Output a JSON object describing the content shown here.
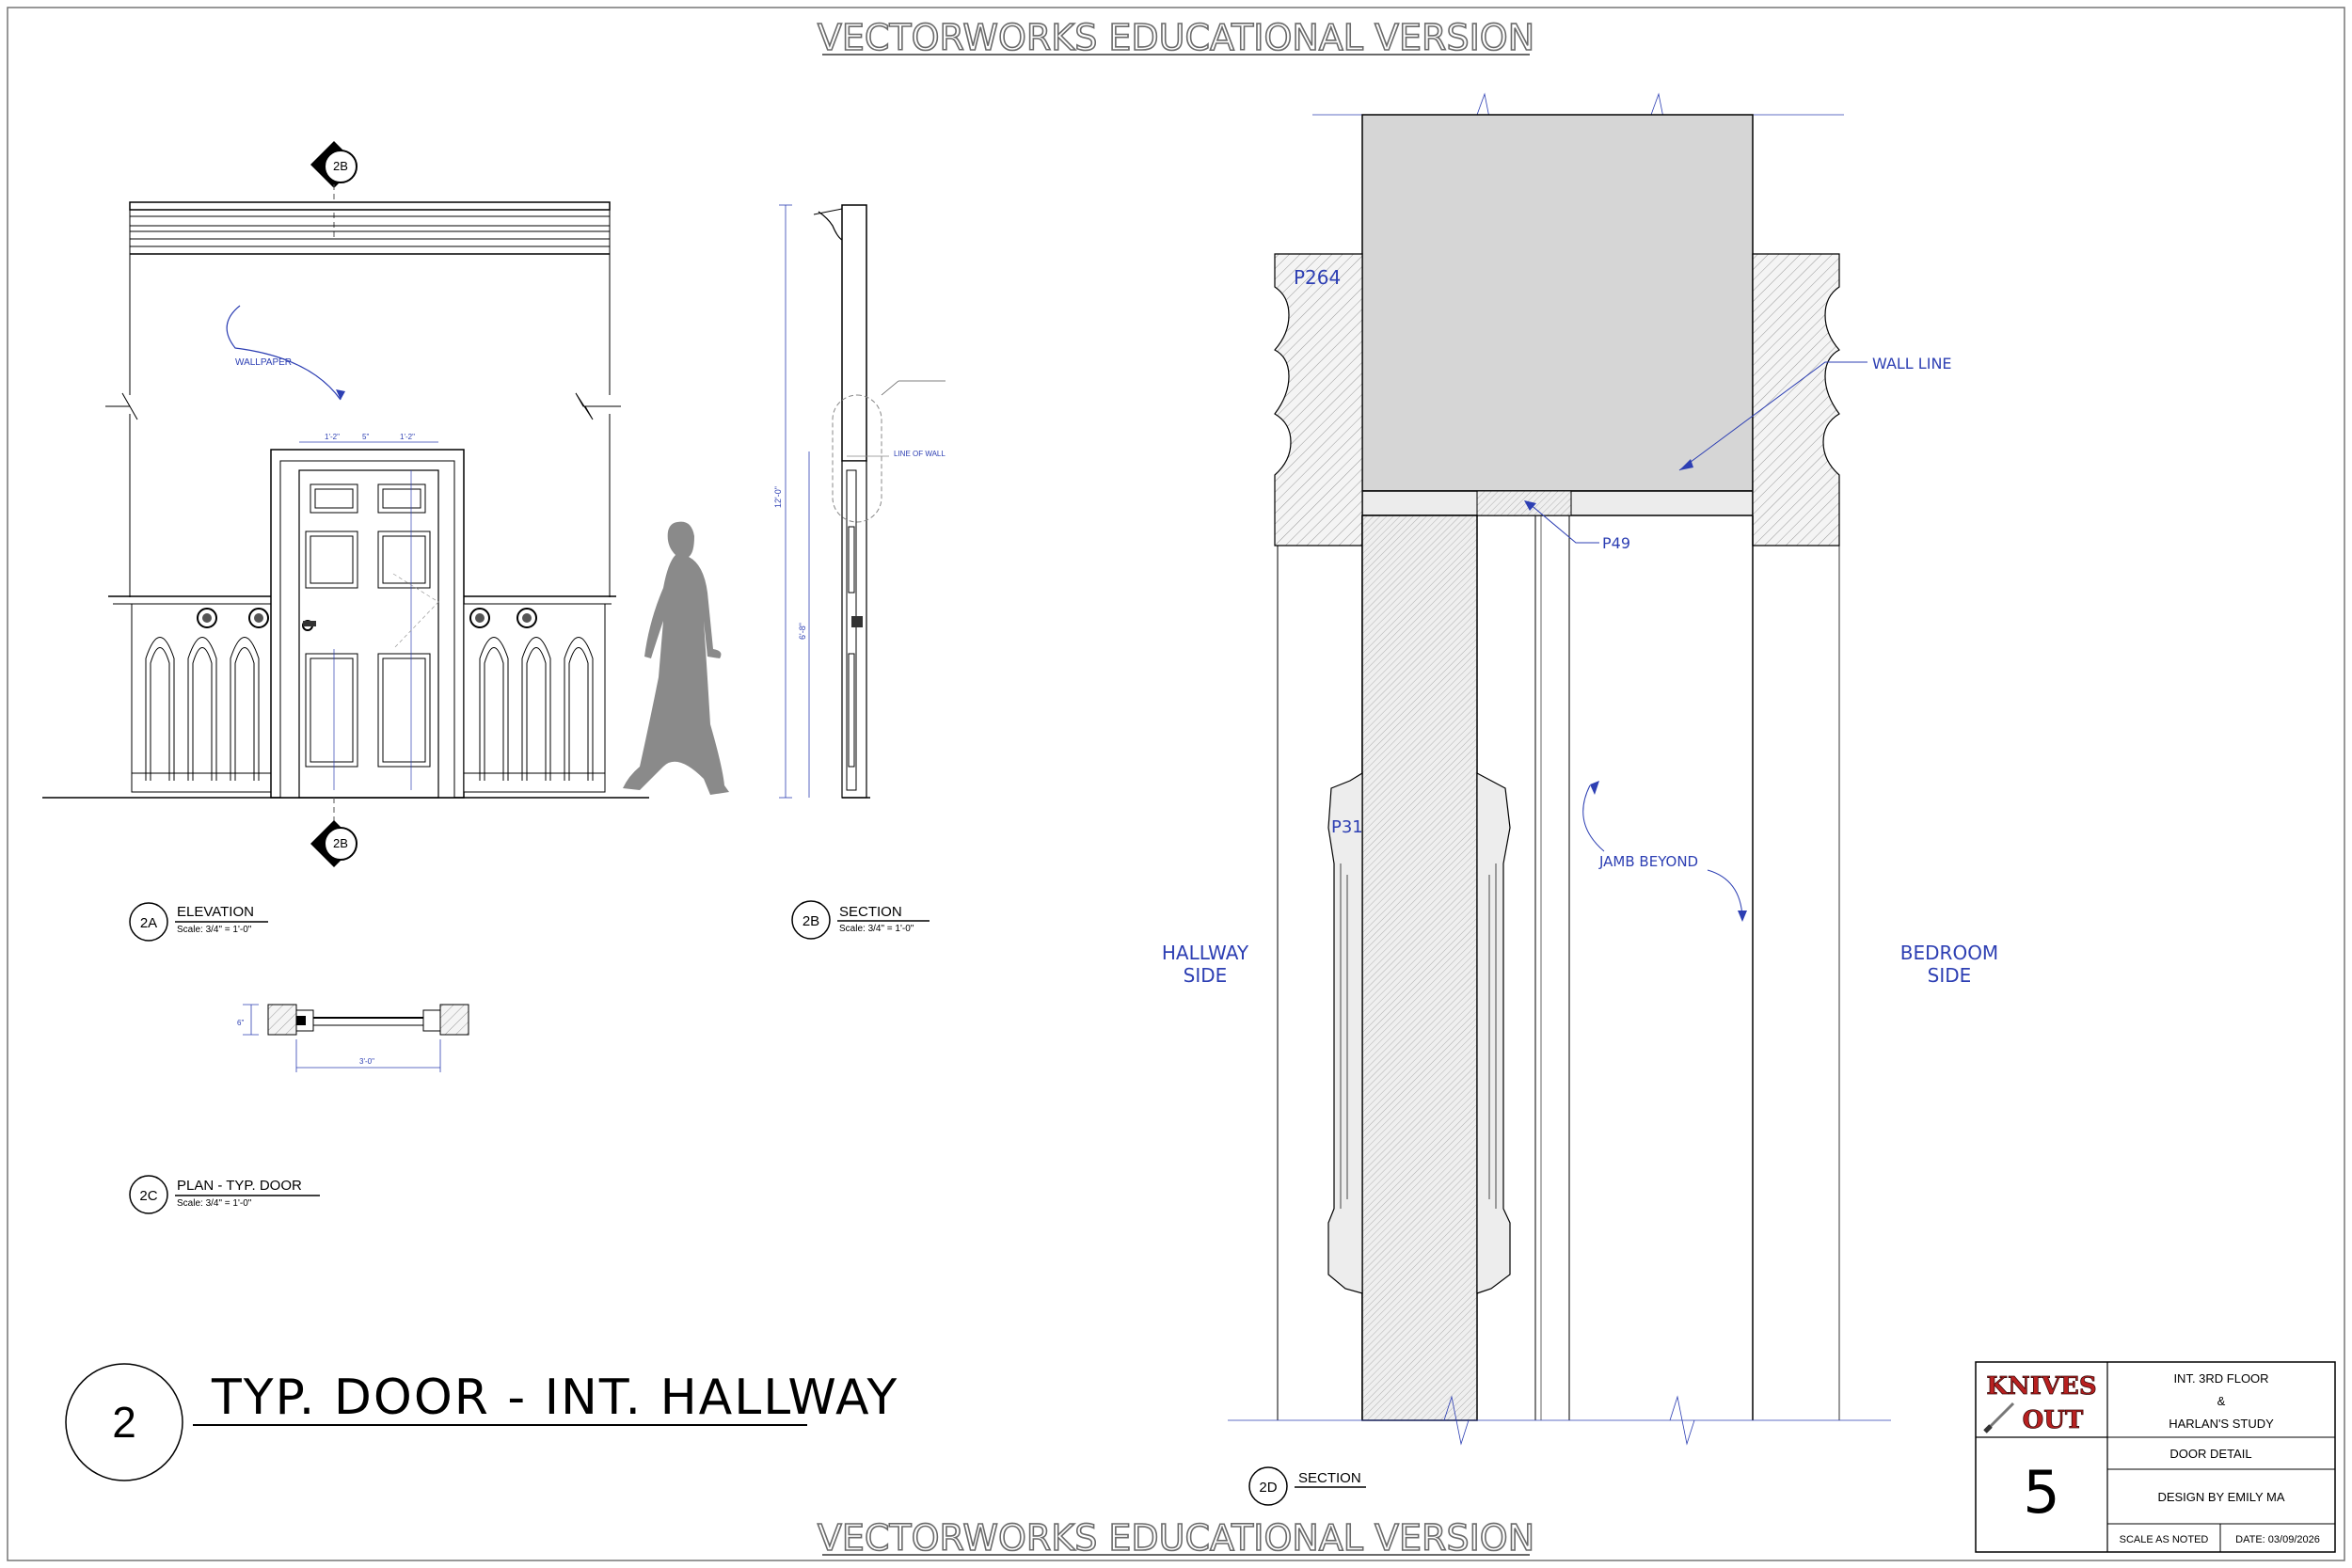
{
  "watermark": {
    "top": "VECTORWORKS EDUCATIONAL VERSION",
    "bottom": "VECTORWORKS EDUCATIONAL VERSION"
  },
  "sheet_title": {
    "number": "2",
    "text": "TYP. DOOR - INT. HALLWAY"
  },
  "drawings": {
    "elevation": {
      "tag": "2A",
      "title": "ELEVATION",
      "scale": "Scale: 3/4\" = 1'-0\""
    },
    "section_2b": {
      "tag": "2B",
      "title": "SECTION",
      "scale": "Scale: 3/4\" = 1'-0\""
    },
    "plan": {
      "tag": "2C",
      "title": "PLAN - TYP. DOOR",
      "scale": "Scale: 3/4\" = 1'-0\""
    },
    "section_2d": {
      "tag": "2D",
      "title": "SECTION"
    }
  },
  "section_markers": {
    "top": "2B",
    "bottom": "2B"
  },
  "elevation_notes": {
    "wallpaper": "WALLPAPER",
    "dim_left": "1'-2\"",
    "dim_mid": "5\"",
    "dim_right": "1'-2\""
  },
  "section_notes": {
    "line_of_wall": "LINE OF WALL",
    "overall_height": "12'-0\"",
    "door_height": "6'-8\""
  },
  "plan_notes": {
    "width": "3'-0\"",
    "depth": "6\""
  },
  "detail_notes": {
    "p264": "P264",
    "wall_line": "WALL LINE",
    "p49": "P49",
    "p31": "P31",
    "jamb_beyond": "JAMB BEYOND",
    "hallway_side": [
      "HALLWAY",
      "SIDE"
    ],
    "bedroom_side": [
      "BEDROOM",
      "SIDE"
    ]
  },
  "title_block": {
    "logo": [
      "KNIVES",
      "OUT"
    ],
    "location": [
      "INT. 3RD FLOOR",
      "&",
      "HARLAN'S STUDY"
    ],
    "sheet_name": "DOOR DETAIL",
    "sheet_number": "5",
    "designer": "DESIGN BY EMILY MA",
    "scale": "SCALE AS NOTED",
    "date": "DATE: 03/09/2026"
  },
  "colors": {
    "annotation_blue": "#2d3fb3",
    "wall_fill": "#d6d6d6",
    "figure_gray": "#8a8a8a",
    "logo_red": "#b82020"
  }
}
